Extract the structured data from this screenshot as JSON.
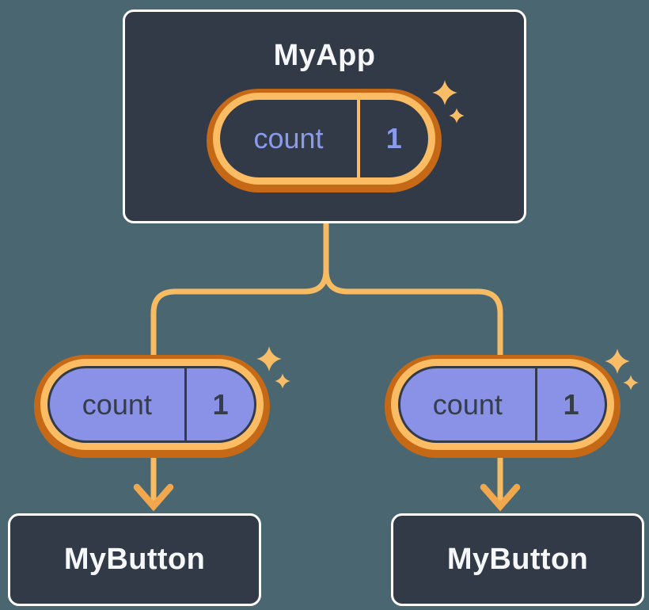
{
  "diagram": {
    "root": {
      "label": "MyApp",
      "state": {
        "key": "count",
        "value": "1"
      }
    },
    "children": [
      {
        "label": "MyButton",
        "state": {
          "key": "count",
          "value": "1"
        }
      },
      {
        "label": "MyButton",
        "state": {
          "key": "count",
          "value": "1"
        }
      }
    ]
  },
  "colors": {
    "background": "#4a6771",
    "card_background": "#333a47",
    "card_border": "#ffffff",
    "card_text": "#f6f7f9",
    "pill_ring_outer": "#c66917",
    "pill_ring_inner": "#fbbc63",
    "pill_fill_child": "#8a92e8",
    "pill_outline_dark": "#333b48",
    "state_text_root": "#8a9bec",
    "state_text_child": "#353d4a",
    "connector_line": "#f7bb64",
    "arrow": "#f0a74e",
    "sparkle": "#f8bd66"
  }
}
